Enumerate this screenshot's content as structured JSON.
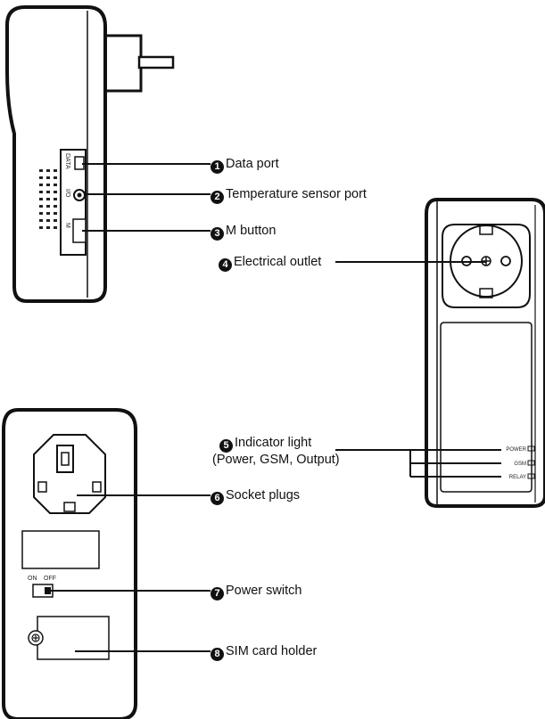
{
  "callouts": [
    {
      "number": "1",
      "text": "Data port"
    },
    {
      "number": "2",
      "text": "Temperature sensor port"
    },
    {
      "number": "3",
      "text": "M button"
    },
    {
      "number": "4",
      "text": "Electrical outlet"
    },
    {
      "number": "5",
      "text": "Indicator light",
      "text2": "(Power, GSM, Output)"
    },
    {
      "number": "6",
      "text": "Socket plugs"
    },
    {
      "number": "7",
      "text": "Power switch"
    },
    {
      "number": "8",
      "text": "SIM card holder"
    }
  ],
  "side_view": {
    "port_labels": [
      "DATA",
      "I/O",
      "M"
    ]
  },
  "front_view": {
    "indicators": [
      "POWER",
      "GSM",
      "RELAY"
    ]
  },
  "back_view": {
    "switch_on": "ON",
    "switch_off": "OFF"
  }
}
